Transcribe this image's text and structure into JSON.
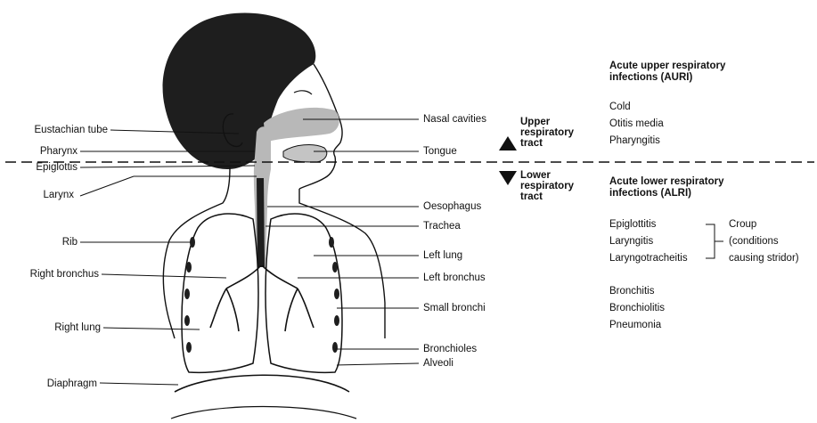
{
  "labels_left": {
    "eustachian_tube": "Eustachian tube",
    "pharynx": "Pharynx",
    "epiglottis": "Epiglottis",
    "larynx": "Larynx",
    "rib": "Rib",
    "right_bronchus": "Right bronchus",
    "right_lung": "Right lung",
    "diaphragm": "Diaphragm"
  },
  "labels_right": {
    "nasal_cavities": "Nasal cavities",
    "tongue": "Tongue",
    "oesophagus": "Oesophagus",
    "trachea": "Trachea",
    "left_lung": "Left lung",
    "left_bronchus": "Left bronchus",
    "small_bronchi": "Small bronchi",
    "bronchioles": "Bronchioles",
    "alveoli": "Alveoli"
  },
  "tracts": {
    "upper": [
      "Upper",
      "respiratory",
      "tract"
    ],
    "lower": [
      "Lower",
      "respiratory",
      "tract"
    ]
  },
  "auri": {
    "heading": [
      "Acute upper respiratory",
      "infections (AURI)"
    ],
    "items": [
      "Cold",
      "Otitis media",
      "Pharyngitis"
    ]
  },
  "alri": {
    "heading": [
      "Acute lower respiratory",
      "infections (ALRI)"
    ],
    "croup_items": [
      "Epiglottitis",
      "Laryngitis",
      "Laryngotracheitis"
    ],
    "croup_note": [
      "Croup",
      "(conditions",
      "causing stridor)"
    ],
    "other_items": [
      "Bronchitis",
      "Bronchiolitis",
      "Pneumonia"
    ]
  },
  "colors": {
    "ink": "#111111",
    "airway": "#b8b8b8",
    "hair": "#1e1e1e"
  }
}
